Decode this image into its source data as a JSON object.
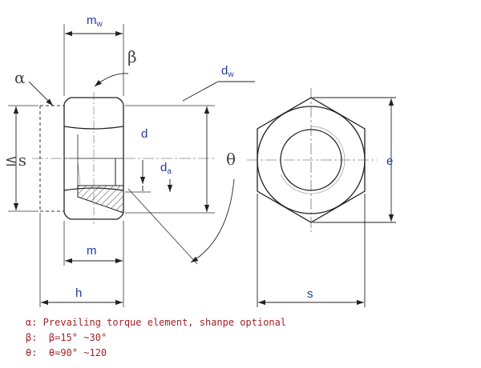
{
  "labels": {
    "mw_main": "m",
    "mw_sub": "w",
    "dw_main": "d",
    "dw_sub": "w",
    "d": "d",
    "da_main": "d",
    "da_sub": "a",
    "m": "m",
    "h": "h",
    "s": "s",
    "e": "e",
    "le_s": "≤s"
  },
  "symbols": {
    "alpha": "α",
    "beta": "β",
    "theta": "θ"
  },
  "notes": [
    "α: Prevailing torque element, shanpe optional",
    "β:  β=15° ~30°",
    "θ:  θ=90° ~120"
  ],
  "colors": {
    "dimension_text": "#1f3c9a",
    "notes_text": "#a0242a",
    "lines": "#222222"
  }
}
